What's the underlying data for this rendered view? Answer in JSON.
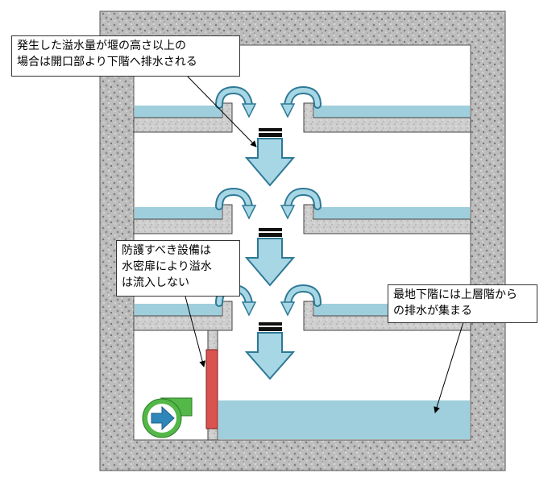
{
  "callouts": {
    "top": {
      "lines": [
        "発生した溢水量が堰の高さ以上の",
        "場合は開口部より下階へ排水される"
      ]
    },
    "left": {
      "lines": [
        "防護すべき設備は",
        "水密扉により溢水",
        "は流入しない"
      ]
    },
    "right": {
      "lines": [
        "最地下階には上層階から",
        "の排水が集まる"
      ]
    }
  },
  "icons": {
    "pump": "pump-with-arrow-icon",
    "flow_arrow": "down-arrow-icon",
    "overflow_arrow": "curved-arrow-icon"
  },
  "colors": {
    "water": "#9fcfdc",
    "arrow_fill": "#a7d6e4",
    "arrow_stroke": "#2e7896",
    "door": "#d9534f",
    "pump": "#53b848",
    "pump_arrow": "#2f86b8",
    "concrete_base": "#b8b8b8",
    "floor_slab": "#c9c9c9"
  }
}
